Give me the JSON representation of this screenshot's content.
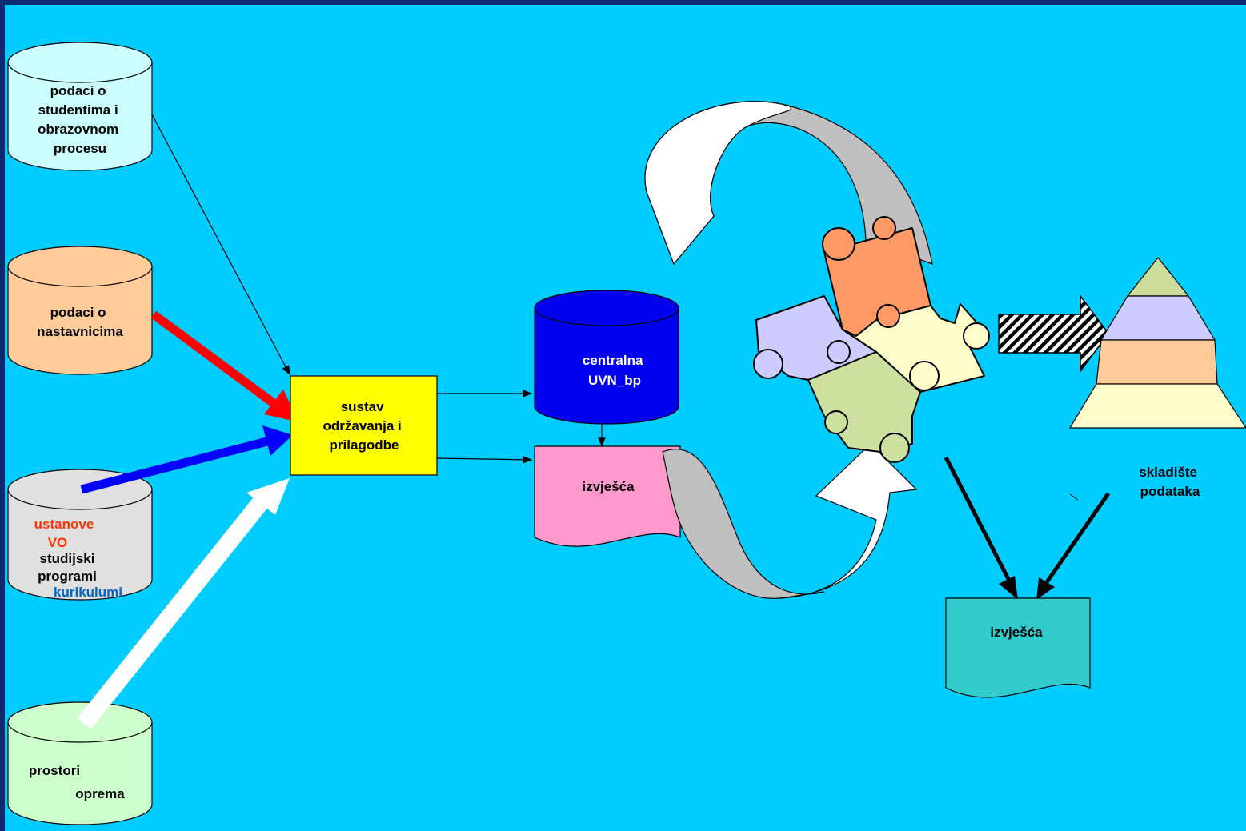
{
  "colors": {
    "background": "#00ccff",
    "frame": "#0b2a6e",
    "db_students": "#ccffff",
    "db_teachers": "#ffcc99",
    "db_institutions": "#e0e0e0",
    "db_spaces": "#ccffcc",
    "process_box": "#ffff00",
    "central_db": "#0000ee",
    "report_pink": "#ff99cc",
    "report_teal": "#33cccc",
    "arrow_red": "#ff0000",
    "arrow_blue": "#0000ff",
    "arrow_white": "#ffffff",
    "orange_text": "#ff3300",
    "blue_text": "#0066cc"
  },
  "sources": {
    "students": {
      "lines": [
        "podaci o",
        "studentima i",
        "obrazovnom",
        "procesu"
      ]
    },
    "teachers": {
      "lines": [
        "podaci o",
        "nastavnicima"
      ]
    },
    "institutions": {
      "line1": "ustanove",
      "line2": "VO",
      "line3": "studijski",
      "line4": "programi",
      "line5": "kurikulumi"
    },
    "spaces": {
      "line1": "prostori",
      "line2": "oprema"
    }
  },
  "process": {
    "lines": [
      "sustav",
      "održavanja i",
      "prilagodbe"
    ]
  },
  "central_db": {
    "lines": [
      "centralna",
      "UVN_bp"
    ]
  },
  "report1": {
    "label": "izvješća"
  },
  "report2": {
    "label": "izvješća"
  },
  "warehouse": {
    "lines": [
      "skladište",
      "podataka"
    ]
  },
  "icons": {
    "puzzle": "puzzle-icon",
    "pyramid": "pyramid-icon",
    "curved_arrow": "curved-arrow-icon",
    "striped_arrow": "striped-arrow-icon"
  }
}
